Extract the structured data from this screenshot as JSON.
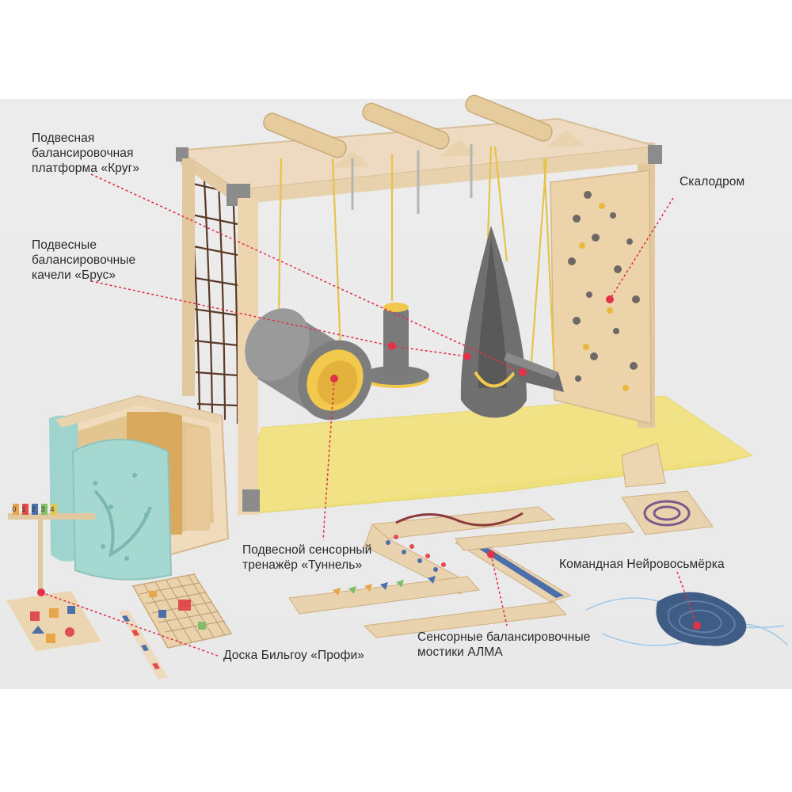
{
  "labels": {
    "krug": "Подвесная\nбалансировочная\nплатформа «Круг»",
    "brus": "Подвесные\nбалансировочные\nкачели «Брус»",
    "skalodrom": "Скалодром",
    "tunnel": "Подвесной сенсорный\nтренажёр «Туннель»",
    "neuro": "Командная Нейровосьмёрка",
    "bridges": "Сенсорные балансировочные\nмостики АЛМА",
    "bilgou": "Доска Бильгоу «Профи»"
  },
  "counter_digits": [
    "0",
    "1",
    "2",
    "3",
    "4"
  ],
  "colors": {
    "wood": "#e9d2ae",
    "wood_dark": "#cfae80",
    "mat": "#efe07e",
    "grey": "#7d7d7d",
    "yellow": "#f2c94c",
    "leader": "#e0334a",
    "mint": "#9fd3cd",
    "board_blue": "#4b6fa8"
  }
}
